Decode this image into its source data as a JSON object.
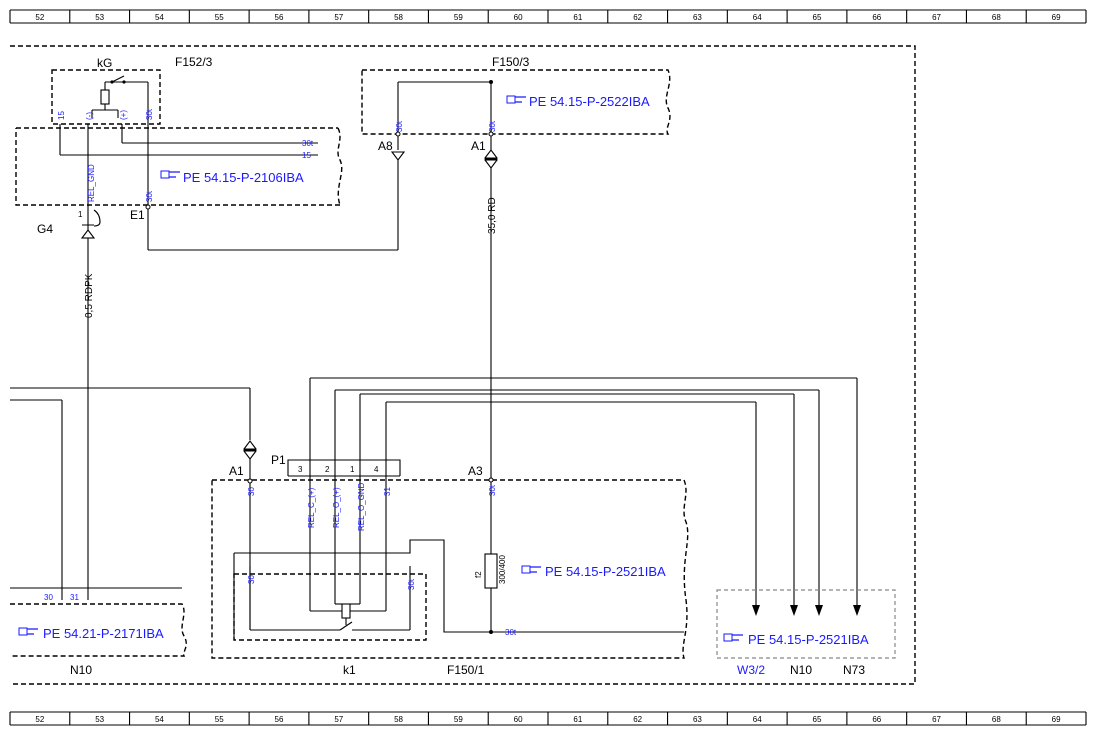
{
  "ruler": {
    "columns": [
      "52",
      "53",
      "54",
      "55",
      "56",
      "57",
      "58",
      "59",
      "60",
      "61",
      "62",
      "63",
      "64",
      "65",
      "66",
      "67",
      "68",
      "69"
    ]
  },
  "components": {
    "f152": {
      "name": "F152/3",
      "relay": "kG",
      "pins": [
        "15",
        "(-)",
        "(+)",
        "30t"
      ],
      "bus_labels": [
        "30t",
        "15"
      ],
      "ref": "PE 54.15-P-2106IBA",
      "gnd_label": "REL_GND",
      "pin_30t": "30t"
    },
    "f150_3": {
      "name": "F150/3",
      "pins": [
        "30t",
        "30t"
      ],
      "ref": "PE 54.15-P-2522IBA"
    },
    "f150_1": {
      "name": "F150/1",
      "relay": "k1",
      "pins": [
        "30",
        "REL_C_(+)",
        "REL_O_(+)",
        "REL_O_GND",
        "31",
        "30t"
      ],
      "inner_pins": [
        "30",
        "30t"
      ],
      "fuse": "f2",
      "fuse_rating": "300/400",
      "bus_label": "30t",
      "ref": "PE 54.15-P-2521IBA"
    },
    "n10": {
      "name": "N10",
      "pins": [
        "30",
        "31"
      ],
      "ref": "PE 54.21-P-2171IBA"
    },
    "right_box": {
      "ref": "PE 54.15-P-2521IBA",
      "targets": [
        "W3/2",
        "N10",
        "N73"
      ]
    }
  },
  "connectors": {
    "g4": "G4",
    "g4_pin": "1",
    "e1": "E1",
    "a8": "A8",
    "a1_top": "A1",
    "a1_bottom": "A1",
    "a3": "A3",
    "p1": "P1",
    "p1_pins": [
      "3",
      "2",
      "1",
      "4"
    ]
  },
  "wires": {
    "w_g4": "0,5 RDPK",
    "w_a1": "35,0 RD"
  },
  "colors": {
    "line": "#000000",
    "reference_text": "#1a1aff",
    "dashed_grey": "#888888"
  },
  "icons": {
    "reference": "pointing-hand-icon"
  }
}
